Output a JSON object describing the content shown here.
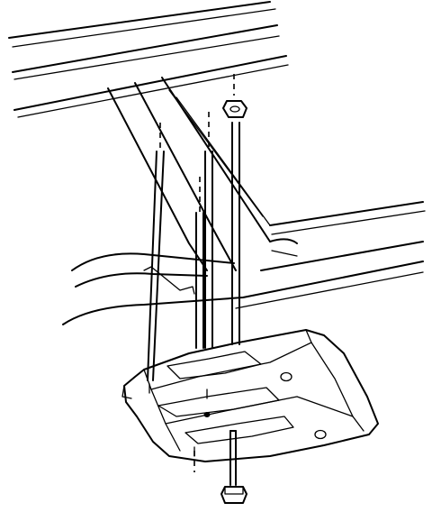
{
  "diagram": {
    "parts": [
      "frame-rail",
      "crossmember",
      "skid-plate",
      "nut",
      "bolt",
      "support-bracket"
    ],
    "line_color": "#000000",
    "background_color": "#ffffff"
  }
}
